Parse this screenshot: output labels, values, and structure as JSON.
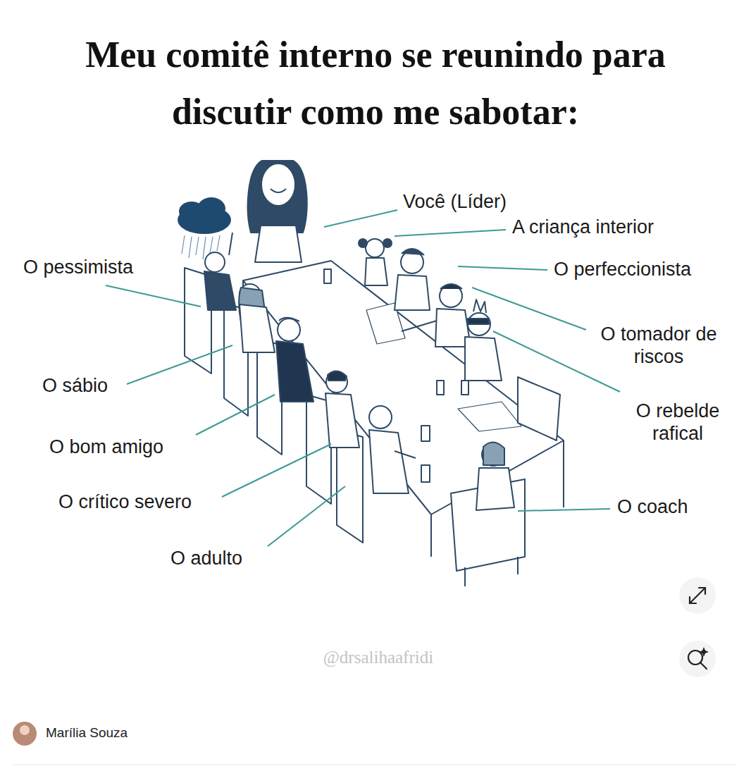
{
  "diagram": {
    "title": "Meu comitê interno se reunindo para discutir como me sabotar:",
    "labels": [
      "Você (Líder)",
      "A criança interior",
      "O pessimista",
      "O perfeccionista",
      "O tomador de riscos",
      "O sábio",
      "O rebelde rafical",
      "O bom amigo",
      "O coach",
      "O crítico severo",
      "O adulto",
      "@drsalihaafridi",
      "Marília Souza"
    ]
  }
}
